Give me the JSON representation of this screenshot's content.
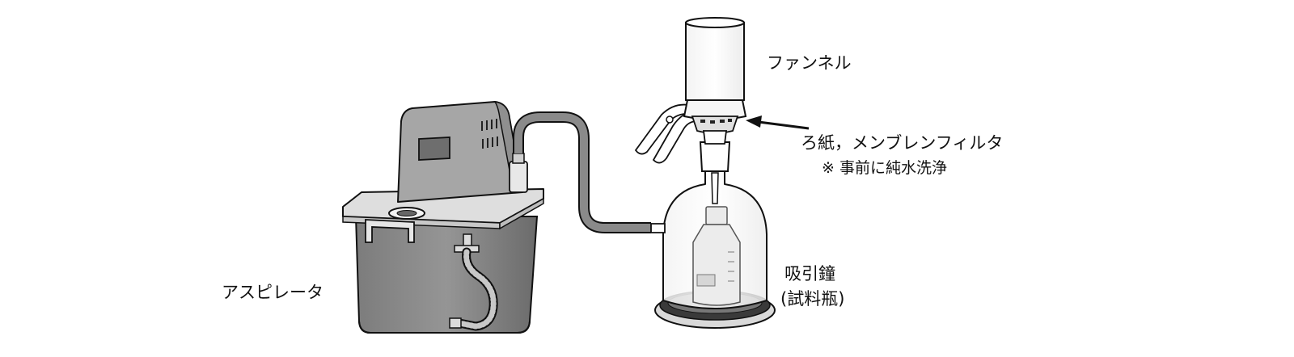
{
  "labels": {
    "funnel": "ファンネル",
    "filter": "ろ紙，メンブレンフィルタ",
    "note": "※ 事前に純水洗浄",
    "bell_jar": "吸引鐘",
    "sample_bottle": "(試料瓶)",
    "aspirator": "アスピレータ"
  },
  "colors": {
    "ink": "#111111",
    "pump_tank": "#8c8c8c",
    "pump_tank_dark": "#6f6f6f",
    "pump_body": "#a8a8a8",
    "lid": "#dedede",
    "tube": "#8a8a8a",
    "glass": "#ffffff"
  },
  "icons": {
    "pump": "aspirator-pump",
    "funnel": "filter-funnel",
    "bell": "suction-bell-jar",
    "bottle": "sample-bottle",
    "arrow": "pointer-arrow"
  }
}
